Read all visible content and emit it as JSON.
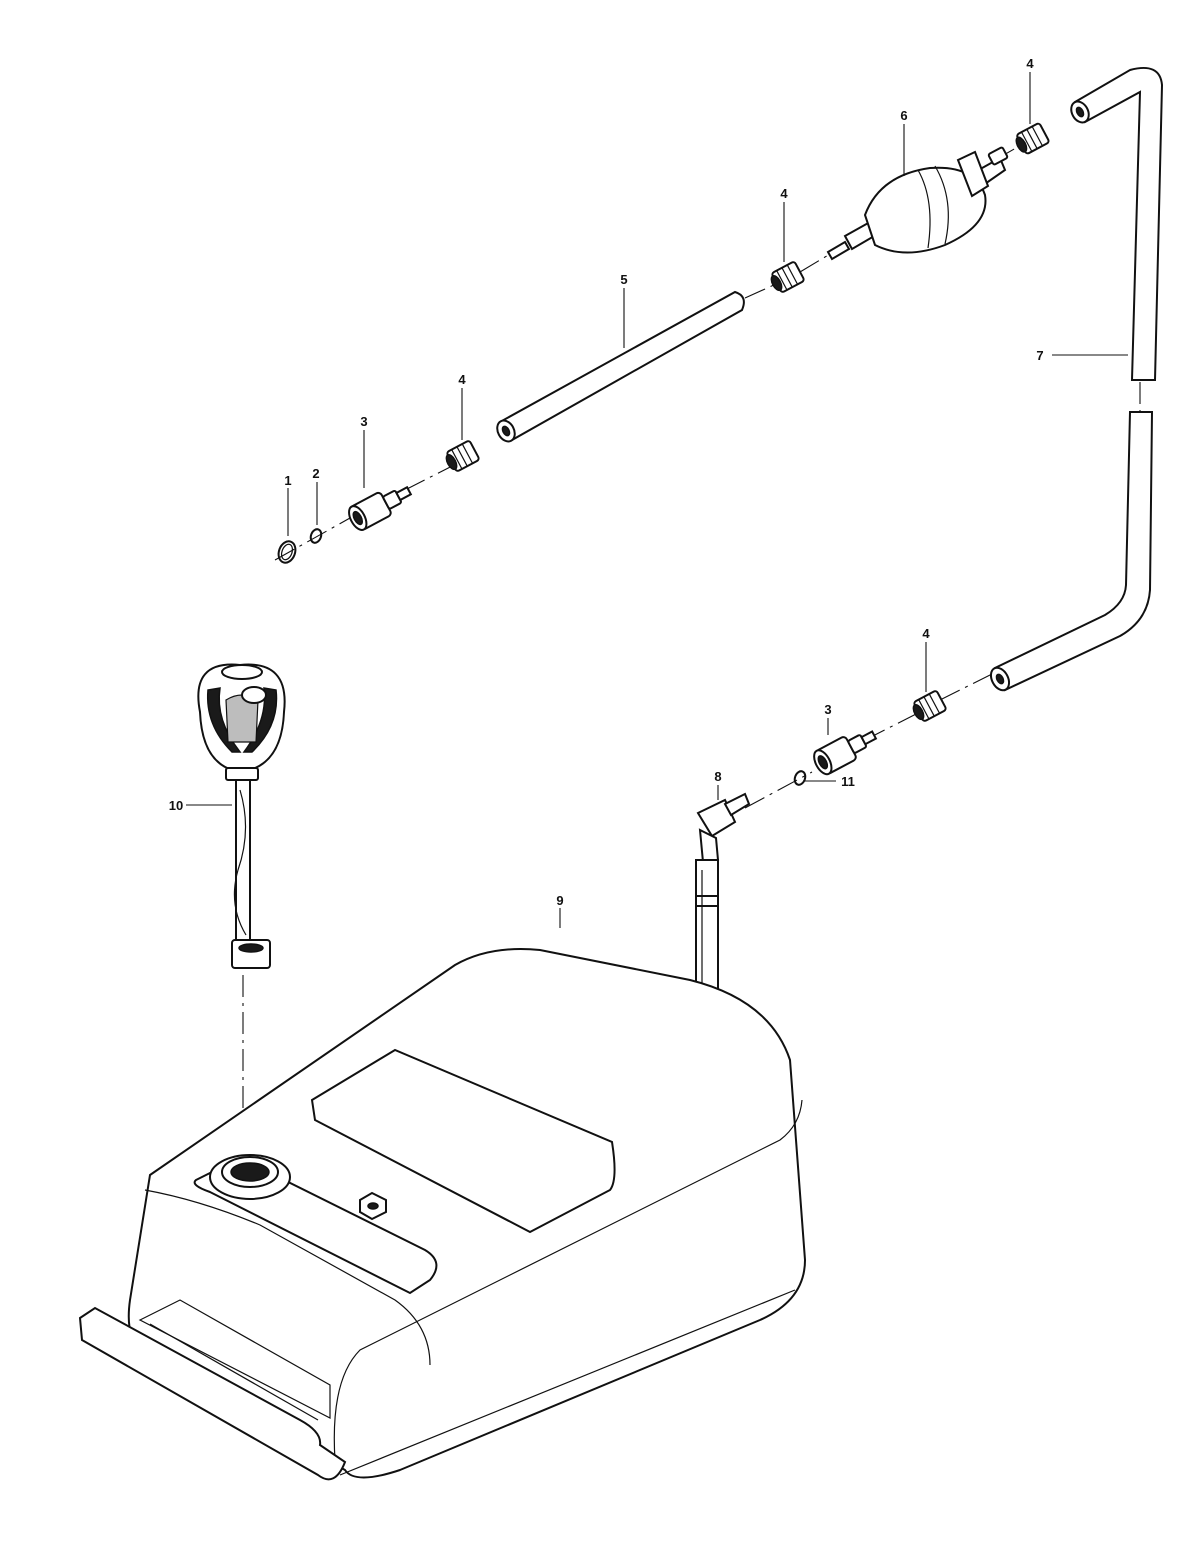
{
  "diagram": {
    "callouts": {
      "c1": "1",
      "c2": "2",
      "c3a": "3",
      "c3b": "3",
      "c4a": "4",
      "c4b": "4",
      "c4c": "4",
      "c4d": "4",
      "c5": "5",
      "c6": "6",
      "c7": "7",
      "c8": "8",
      "c9": "9",
      "c10": "10",
      "c11": "11"
    }
  }
}
